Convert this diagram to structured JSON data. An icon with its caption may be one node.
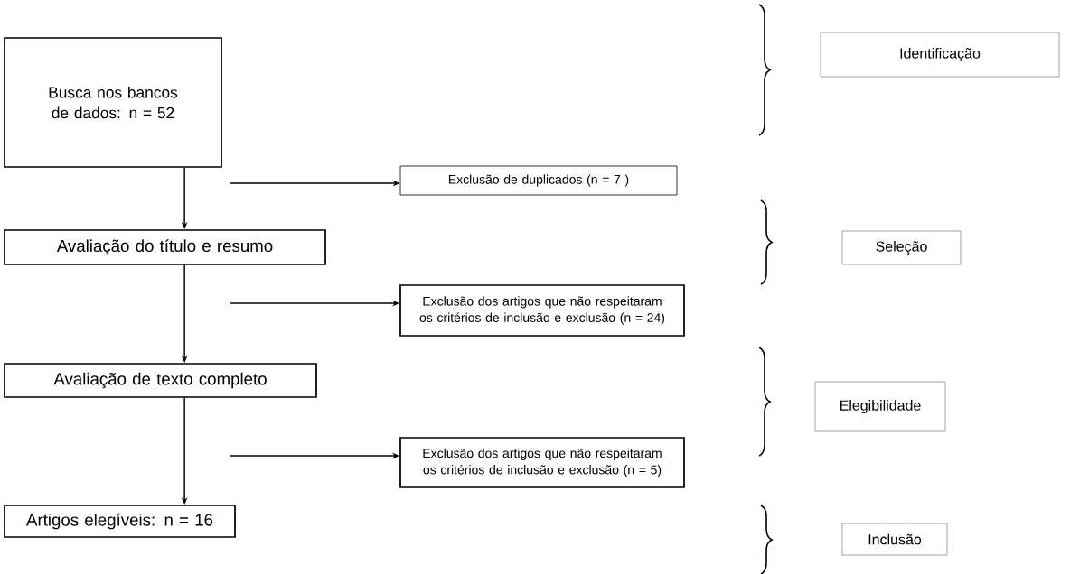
{
  "diagram": {
    "nodes": [
      {
        "text": [
          "Busca nos bancos de dados: n = 52"
        ]
      },
      {
        "text": [
          "Exclusão de duplicados (n = 7 )"
        ]
      },
      {
        "text": [
          "Avaliação do título e resumo"
        ]
      },
      {
        "text": [
          "Exclusão dos artigos que não respeitaram os critérios de inclusão e exclusão (n = 24)"
        ]
      },
      {
        "text": [
          "Avaliação de texto completo"
        ]
      },
      {
        "text": [
          "Exclusão dos artigos que não respeitaram os critérios de inclusão e exclusão (n = 5)"
        ]
      },
      {
        "text": [
          "Artigos elegíveis: n = 16"
        ]
      },
      {
        "text": [
          "Identificação"
        ]
      },
      {
        "text": [
          "Seleção"
        ]
      },
      {
        "text": [
          "Elegibilidade"
        ]
      },
      {
        "text": [
          "Inclusão"
        ]
      }
    ],
    "edges": [
      {
        "from": 0,
        "to": 2,
        "arrow": "to"
      },
      {
        "from": null,
        "to": 1,
        "arrow": "to"
      },
      {
        "from": 2,
        "to": 4,
        "arrow": "to"
      },
      {
        "from": null,
        "to": 3,
        "arrow": "to"
      },
      {
        "from": 4,
        "to": 6,
        "arrow": "to"
      },
      {
        "from": null,
        "to": 5,
        "arrow": "to"
      }
    ]
  }
}
